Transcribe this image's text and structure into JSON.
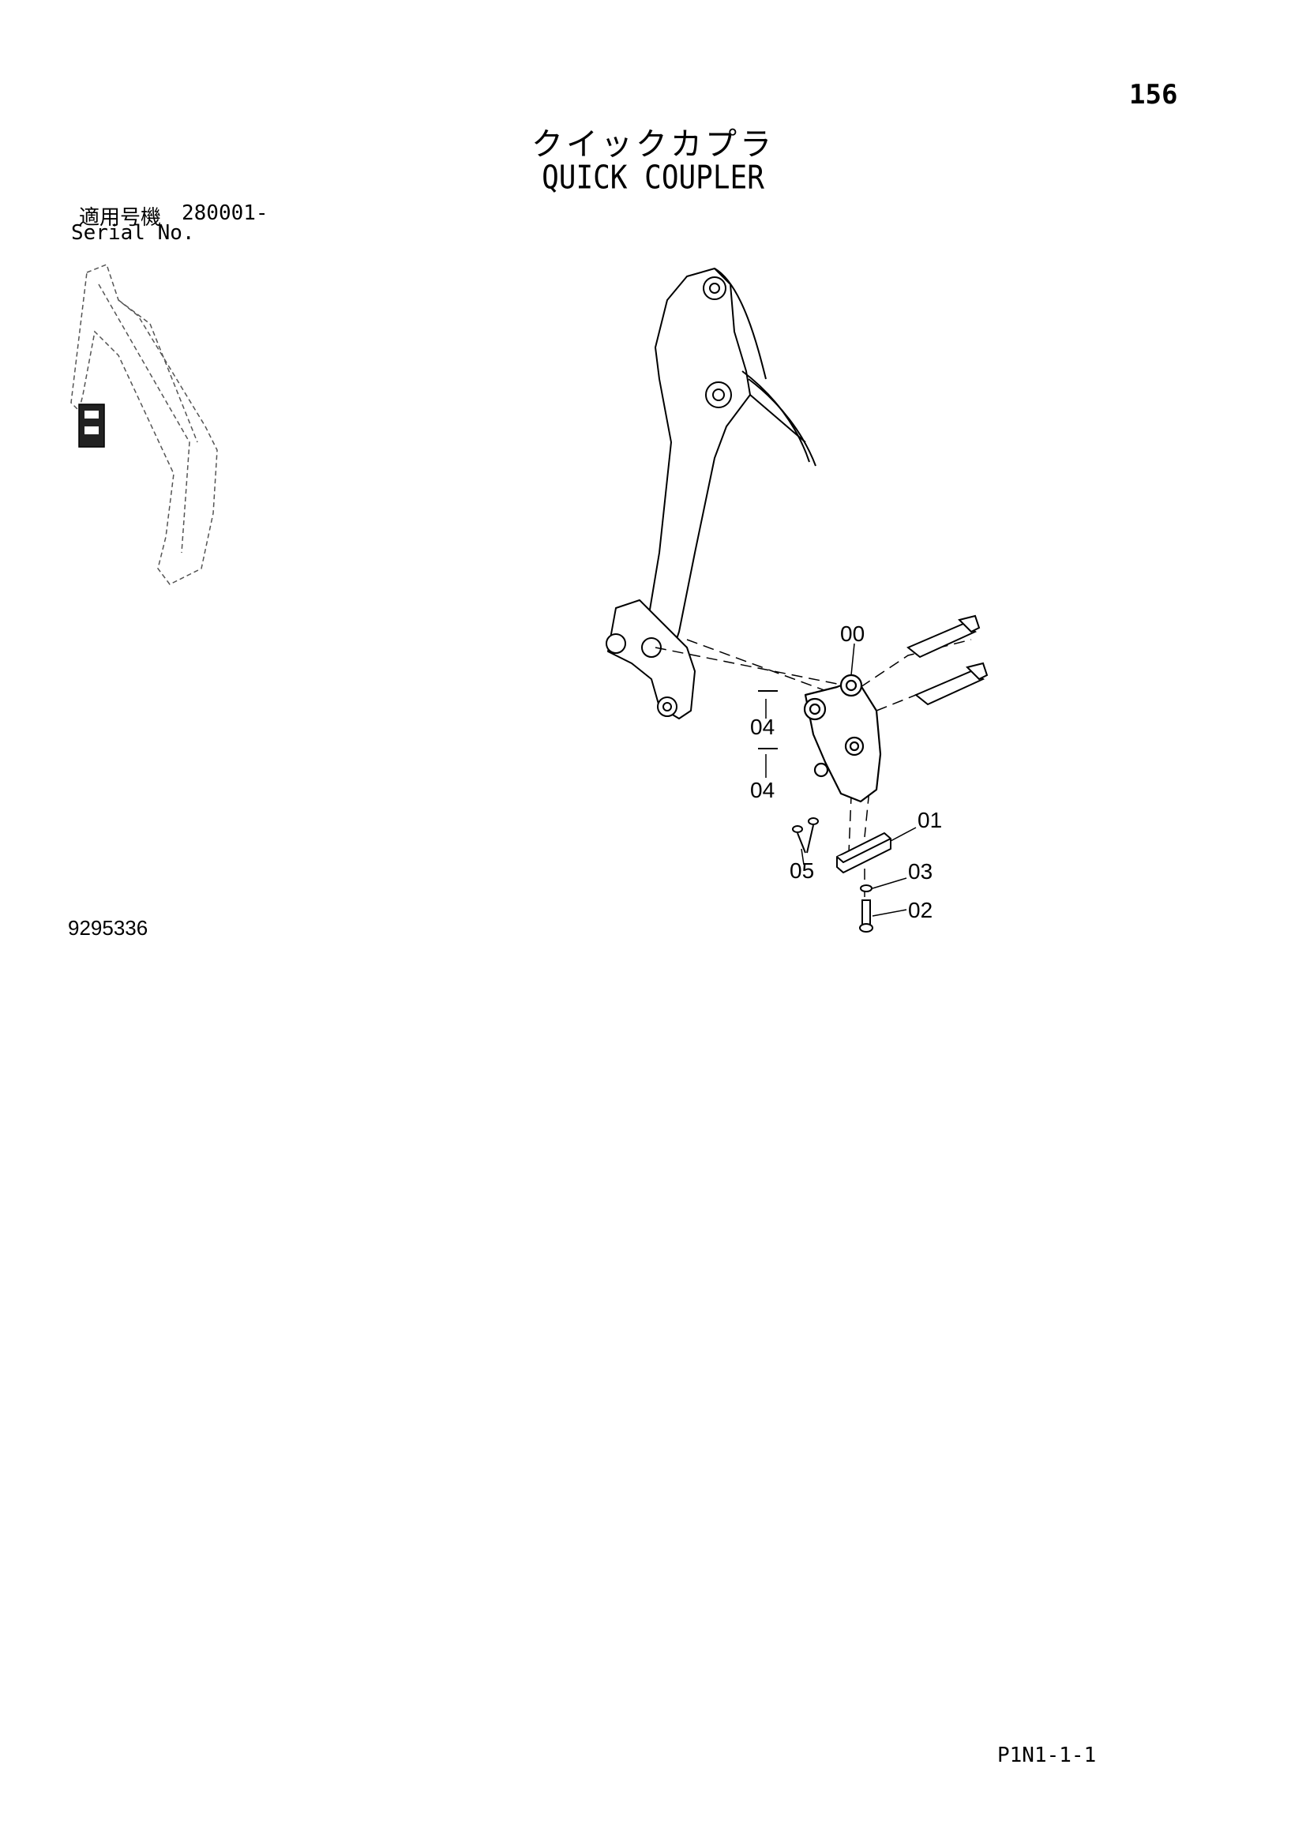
{
  "page": {
    "number": "156",
    "title_jp": "クイックカプラ",
    "title_en": "QUICK COUPLER",
    "serial_label_jp": "適用号機",
    "serial_range": "280001-",
    "serial_label_en": "Serial No.",
    "drawing_number": "9295336",
    "footer_code": "P1N1-1-1"
  },
  "callouts": [
    {
      "id": "c00",
      "label": "00"
    },
    {
      "id": "c04a",
      "label": "04"
    },
    {
      "id": "c04b",
      "label": "04"
    },
    {
      "id": "c01",
      "label": "01"
    },
    {
      "id": "c05",
      "label": "05"
    },
    {
      "id": "c03",
      "label": "03"
    },
    {
      "id": "c02",
      "label": "02"
    }
  ]
}
